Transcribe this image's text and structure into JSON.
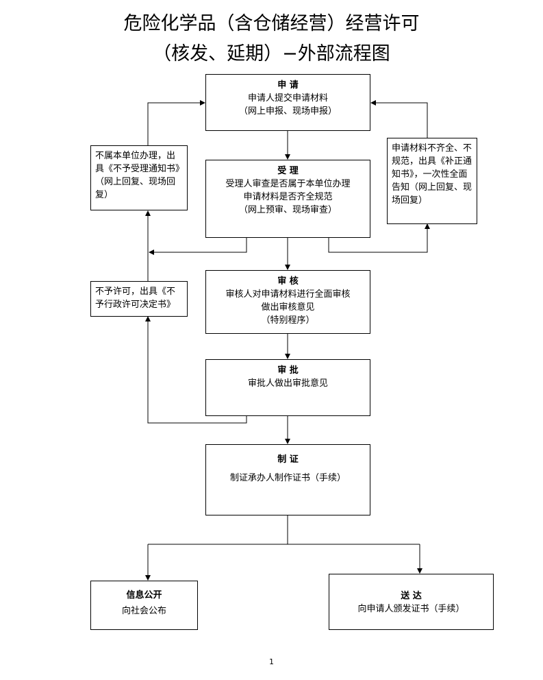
{
  "title": {
    "line1": "危险化学品（含仓储经营）经营许可",
    "line2": "（核发、延期）−外部流程图"
  },
  "steps": {
    "apply": {
      "title": "申  请",
      "line1": "申请人提交申请材料",
      "line2": "（网上申报、现场申报）"
    },
    "accept": {
      "title": "受  理",
      "line1": "受理人审查是否属于本单位办理",
      "line2": "申请材料是否齐全规范",
      "line3": "（网上预审、现场审查）"
    },
    "review": {
      "title": "审  核",
      "line1": "审核人对申请材料进行全面审核",
      "line2": "做出审核意见",
      "line3": "（特别程序）"
    },
    "approve": {
      "title": "审  批",
      "line1": "审批人做出审批意见"
    },
    "certify": {
      "title": "制  证",
      "line1": "制证承办人制作证书（手续）"
    },
    "publish": {
      "title": "信息公开",
      "line1": "向社会公布"
    },
    "deliver": {
      "title": "送  达",
      "line1": "向申请人颁发证书（手续）"
    }
  },
  "notes": {
    "not_ours": "不属本单位办理，出具《不予受理通知书》（网上回复、现场回复）",
    "incomplete": "申请材料不齐全、不规范，出具《补正通知书》，一次性全面告知（网上回复、现场回复）",
    "denied": "不予许可，出具《不予行政许可决定书》"
  },
  "page_number": "1"
}
